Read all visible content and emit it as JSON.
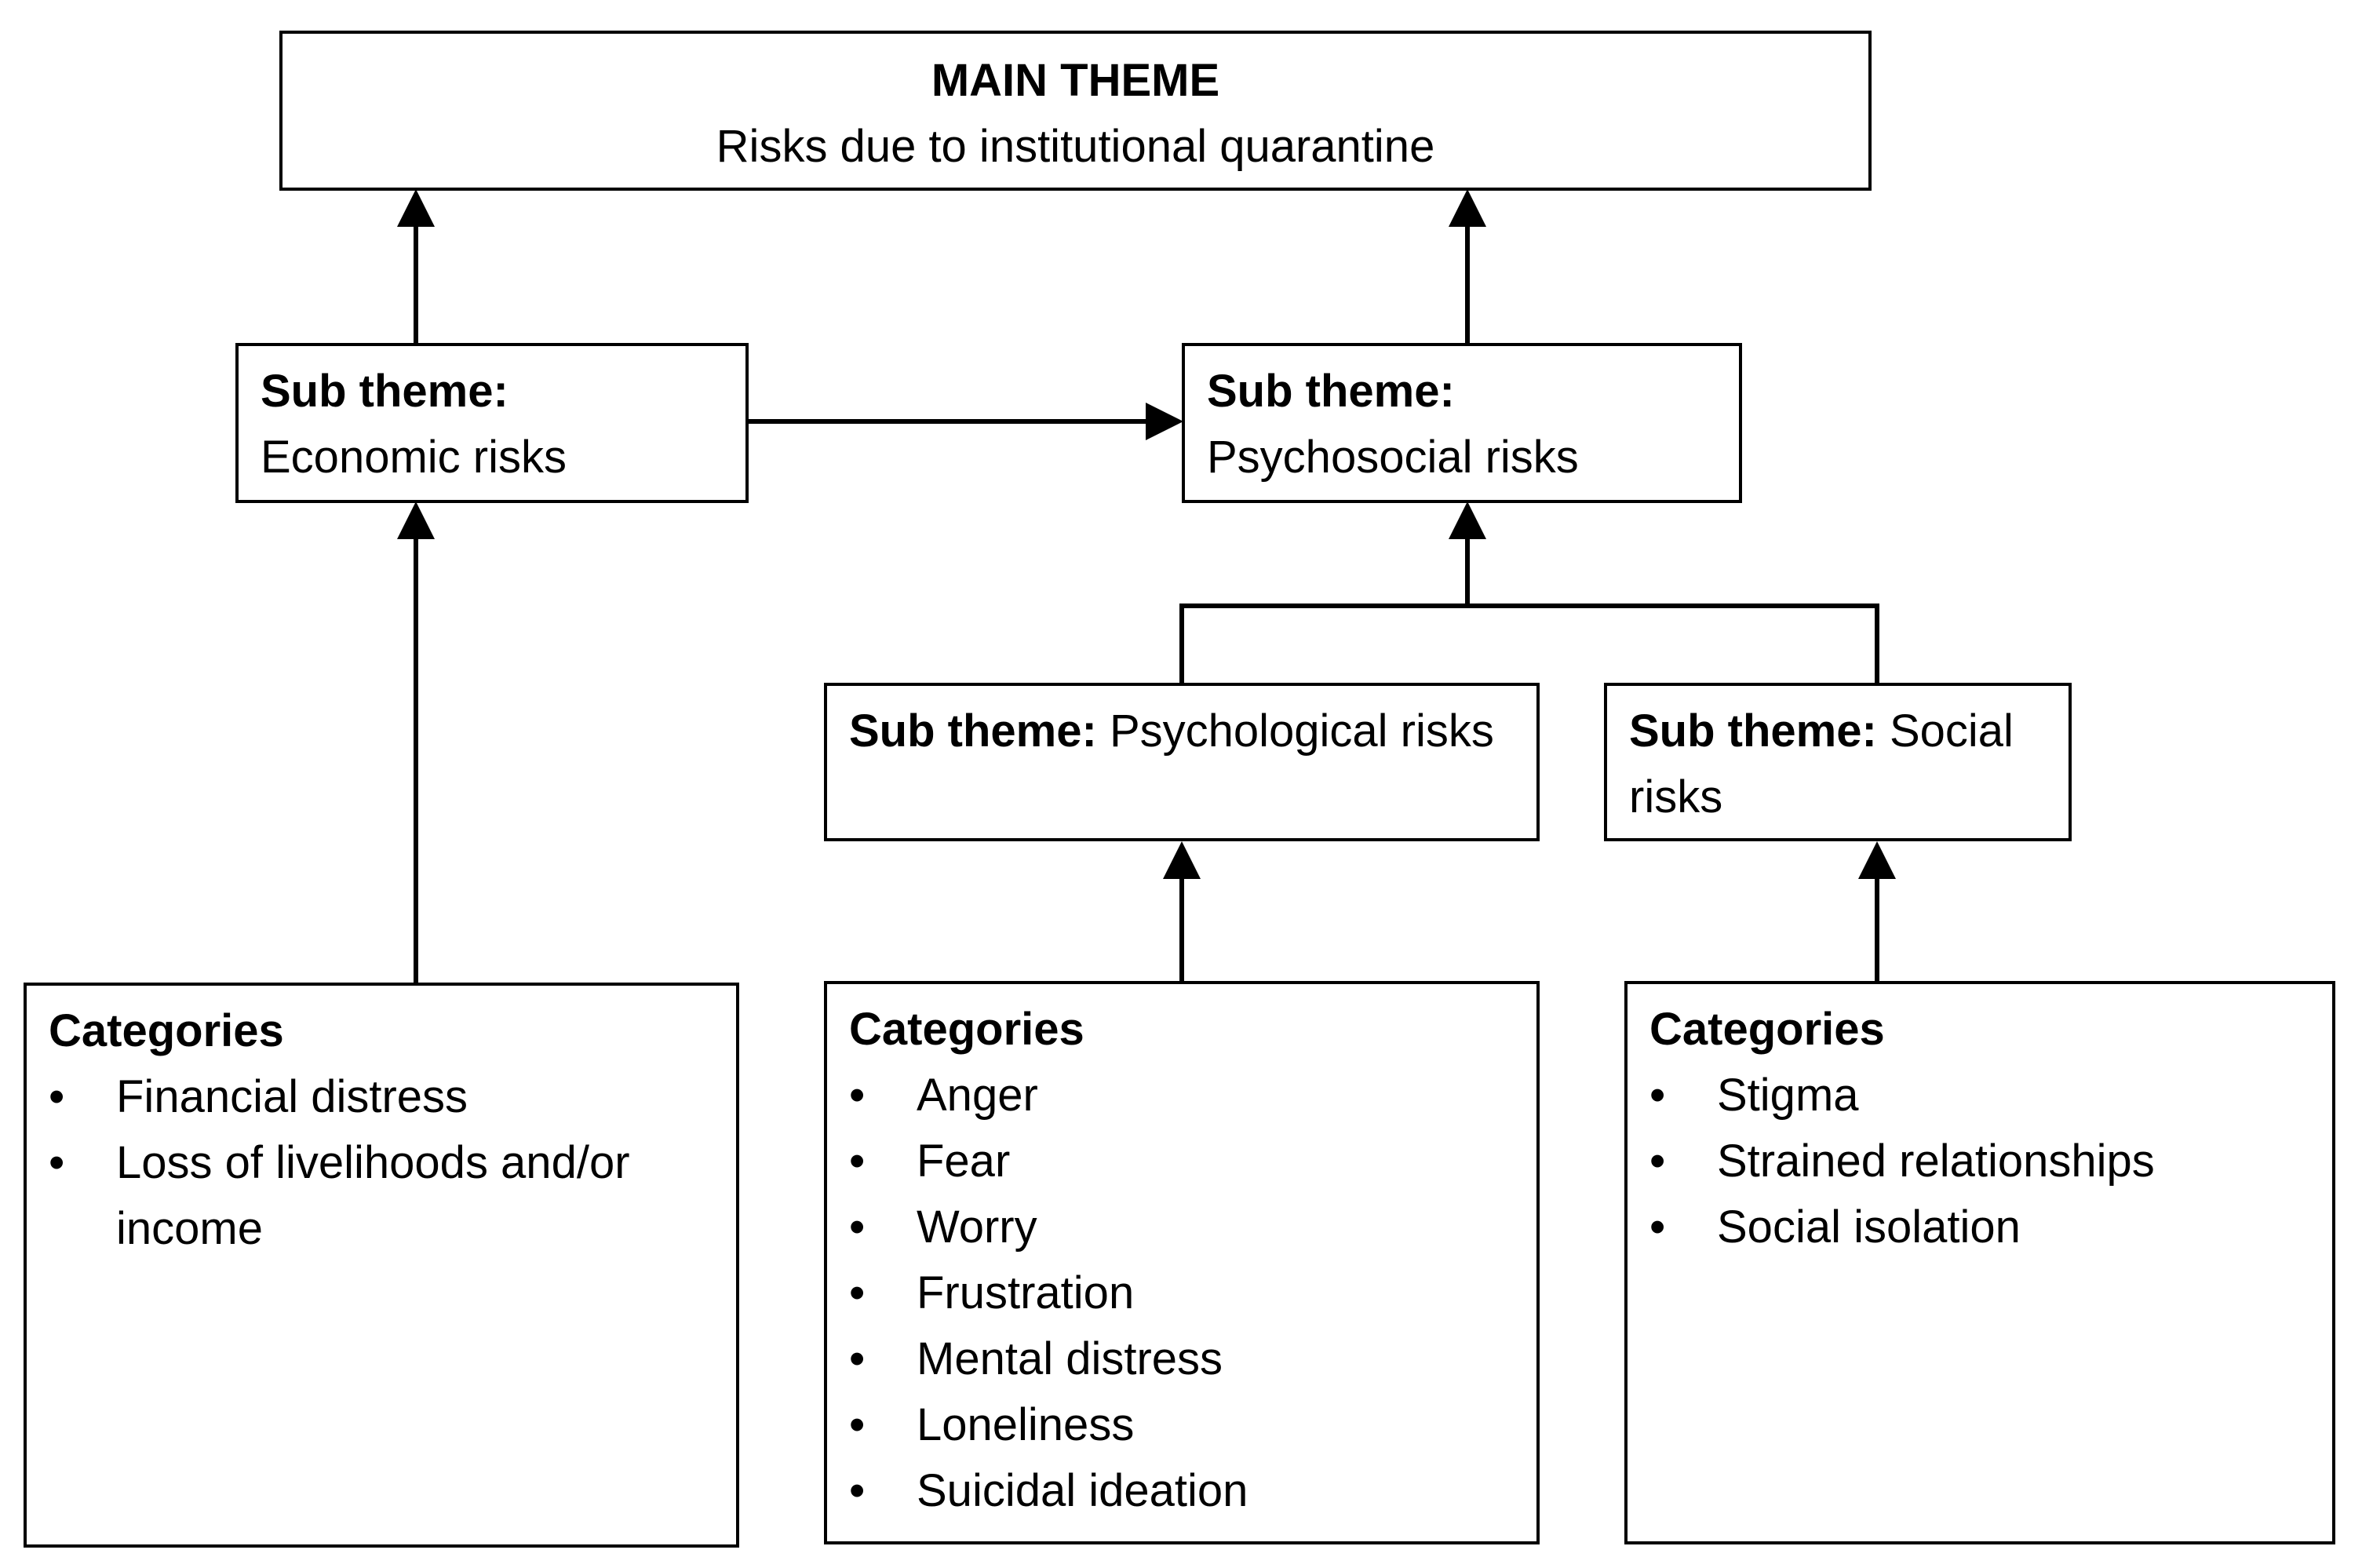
{
  "main_theme": {
    "heading": "MAIN THEME",
    "text": "Risks due to institutional quarantine"
  },
  "sub_themes": {
    "economic": {
      "label": "Sub theme:",
      "text": "Economic risks"
    },
    "psychosocial": {
      "label": "Sub theme:",
      "text": "Psychosocial risks"
    },
    "psychological": {
      "label": "Sub theme:",
      "text": "Psychological risks"
    },
    "social": {
      "label": "Sub theme:",
      "text": "Social risks"
    }
  },
  "categories": {
    "economic": {
      "heading": "Categories",
      "items": [
        "Financial distress",
        "Loss of livelihoods and/or income"
      ]
    },
    "psychological": {
      "heading": "Categories",
      "items": [
        "Anger",
        "Fear",
        "Worry",
        "Frustration",
        "Mental distress",
        "Loneliness",
        "Suicidal ideation"
      ]
    },
    "social": {
      "heading": "Categories",
      "items": [
        "Stigma",
        "Strained relationships",
        "Social isolation"
      ]
    }
  },
  "bullet_glyph": "•",
  "colors": {
    "stroke": "#000000",
    "background": "#ffffff"
  }
}
